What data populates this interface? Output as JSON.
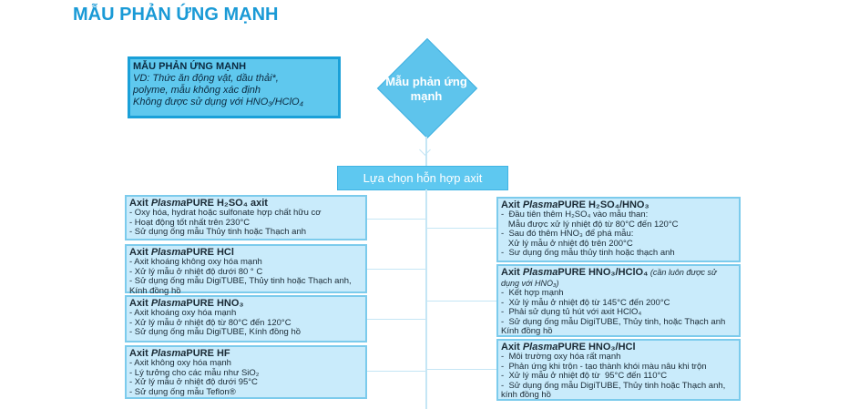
{
  "title": "MẪU PHẢN ỨNG MẠNH",
  "info": {
    "heading": "MẪU PHẢN ỨNG MẠNH",
    "lines": [
      "VD: Thức ăn động vật, dầu thải*,",
      "polyme, mẫu không xác định",
      "Không được sử dụng với HNO₃/HClO₄"
    ]
  },
  "decision": "Mẫu phản ứng mạnh",
  "select_label": "Lựa chọn hỗn hợp axit",
  "left_boxes": [
    {
      "prefix": "Axit ",
      "brand": "Plasma",
      "name": "PURE H₂SO₄ axit",
      "lines": [
        "- Oxy hóa, hydrat hoặc sulfonate hợp chất hữu cơ",
        "- Hoạt động tốt nhất trên 230°C",
        "- Sử dụng ống mẫu Thủy tinh hoặc Thạch anh"
      ]
    },
    {
      "prefix": "Axit ",
      "brand": "Plasma",
      "name": "PURE HCl",
      "lines": [
        "- Axit khoáng không oxy hóa mạnh",
        "- Xử lý mẫu ở nhiệt độ dưới 80 ° C",
        "- Sử dụng ống mẫu DigiTUBE, Thủy tinh hoặc Thạch anh,",
        "Kính đồng hồ"
      ]
    },
    {
      "prefix": "Axit ",
      "brand": "Plasma",
      "name": "PURE HNO₃",
      "lines": [
        "- Axit khoáng oxy hóa mạnh",
        "- Xử lý mẫu ở nhiệt độ từ 80°C đến 120°C",
        "- Sử dụng ống mẫu DigiTUBE, Kính đồng hồ"
      ]
    },
    {
      "prefix": "Axit ",
      "brand": "Plasma",
      "name": "PURE HF",
      "lines": [
        "- Axit không oxy hóa mạnh",
        "- Lý tưởng cho các mẫu như SiO₂",
        "- Xử lý mẫu ở nhiệt độ dưới 95°C",
        "- Sử dụng ống mẫu Teflon®"
      ]
    }
  ],
  "right_boxes": [
    {
      "prefix": "Axit ",
      "brand": "Plasma",
      "name": "PURE H₂SO₄/HNO₃",
      "note": "",
      "lines": [
        "-  Đầu tiên thêm H₂SO₄ vào mẫu than:",
        "   Mẫu được xử lý nhiệt độ từ 80°C đến 120°C",
        "-  Sau đó thêm HNO₃ để phá mẫu:",
        "   Xử lý mẫu ở nhiệt độ trên 200°C",
        "-  Sư dụng ống mẫu thủy tinh hoặc thạch anh"
      ]
    },
    {
      "prefix": "Axit ",
      "brand": "Plasma",
      "name": "PURE HNO₃/HClO₄",
      "note": " (cần luôn được sử dụng với HNO₃)",
      "lines": [
        "-  Kết hợp mạnh",
        "-  Xử lý mẫu ở nhiệt độ từ 145°C đến 200°C",
        "-  Phải sử dụng tủ hút với axit HClO₄",
        "-  Sử dụng ống mẫu DigiTUBE, Thủy tinh, hoặc Thạch anh",
        "Kính đồng hồ"
      ]
    },
    {
      "prefix": "Axit ",
      "brand": "Plasma",
      "name": "PURE HNO₃/HCl",
      "note": "",
      "lines": [
        "-  Môi trường oxy hóa rất mạnh",
        "-  Phản ứng khi trộn - tạo thành khói màu nâu khi trộn",
        "-  Xử lý mẫu ở nhiệt độ từ  95°C đến 110°C",
        "-  Sử dụng ống mẫu DigiTUBE, Thủy tinh hoặc Thạch anh,",
        "kính đồng hồ"
      ]
    }
  ]
}
